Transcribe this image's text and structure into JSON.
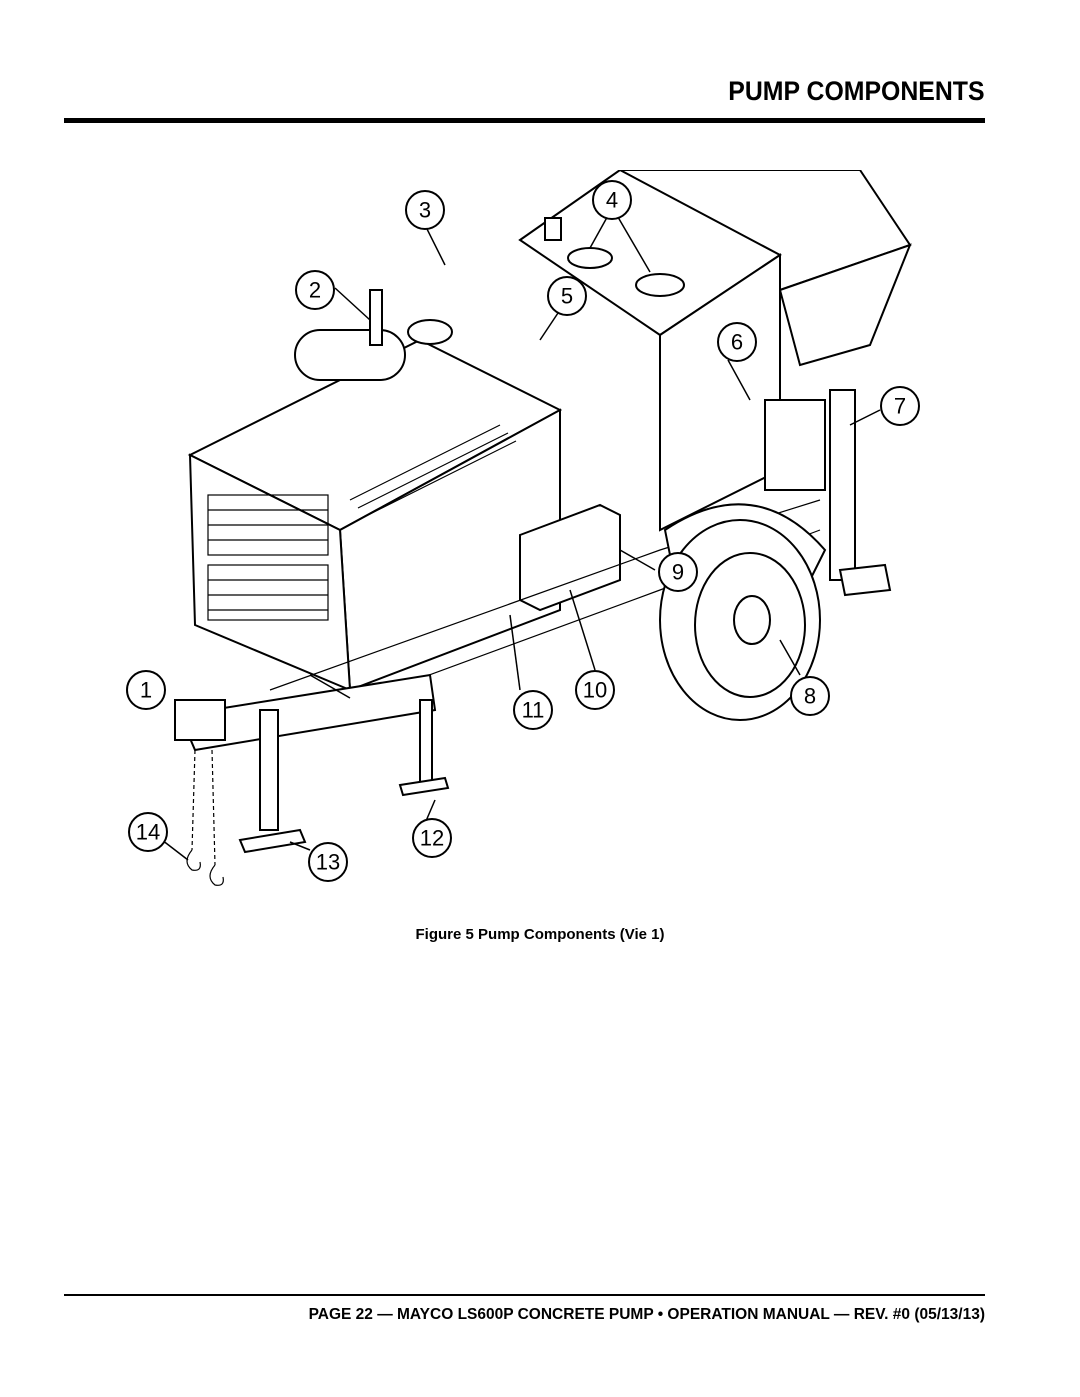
{
  "header": {
    "title": "PUMP COMPONENTS"
  },
  "figure": {
    "caption_number": "Figure 5",
    "caption_text": "Pump Components (Vie 1)",
    "callouts": [
      "1",
      "2",
      "3",
      "4",
      "5",
      "6",
      "7",
      "8",
      "9",
      "10",
      "11",
      "12",
      "13",
      "14"
    ]
  },
  "footer": {
    "text": "PAGE 22 — MAYCO LS600P CONCRETE PUMP • OPERATION MANUAL — REV. #0 (05/13/13)"
  }
}
